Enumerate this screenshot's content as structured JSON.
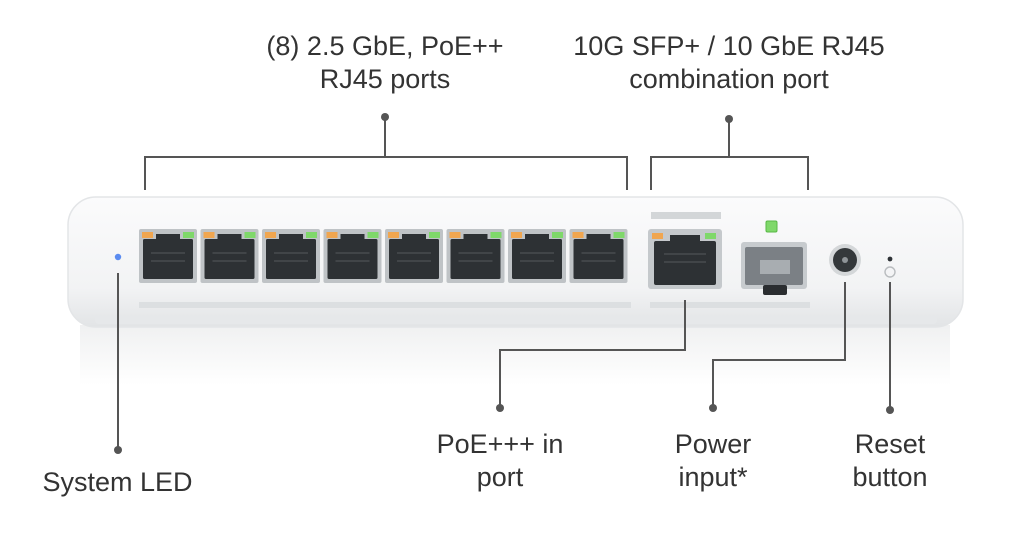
{
  "callouts": {
    "rj45": {
      "line1": "(8) 2.5 GbE, PoE++",
      "line2": "RJ45 ports"
    },
    "combo": {
      "line1": "10G SFP+ / 10 GbE RJ45",
      "line2": "combination port"
    },
    "system_led": {
      "line1": "System LED"
    },
    "poe_in": {
      "line1": "PoE+++ in",
      "line2": "port"
    },
    "power": {
      "line1": "Power",
      "line2": "input*"
    },
    "reset": {
      "line1": "Reset",
      "line2": "button"
    }
  },
  "device": {
    "port_count": 8,
    "colors": {
      "body": "#f3f4f5",
      "port_frame": "#bfc3c6",
      "port_hole": "#2d3134",
      "led_amber": "#f0a650",
      "led_green": "#7fd86a",
      "system_led": "#5b8cf0",
      "leader": "#555555"
    }
  }
}
